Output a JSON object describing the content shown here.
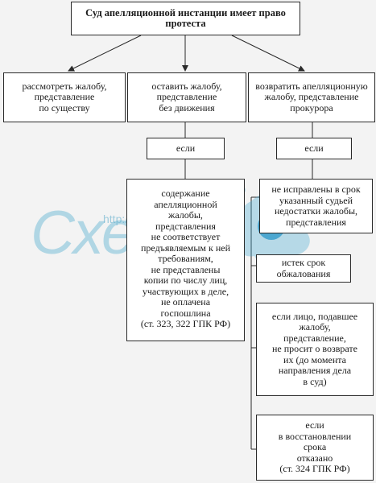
{
  "diagram": {
    "title": [
      "Суд апелляционной инстанции имеет право",
      "протеста"
    ],
    "options": [
      [
        "рассмотреть жалобу,",
        "представление",
        "по существу"
      ],
      [
        "оставить жалобу,",
        "представление",
        "без движения"
      ],
      [
        "возвратить апелляционную",
        "жалобу, представление",
        "прокурора"
      ]
    ],
    "if_left": "если",
    "if_right": "если",
    "conditions_left": [
      "содержание",
      "апелляционной",
      "жалобы,",
      "представления",
      "не соответствует",
      "предъявляемым к ней",
      "требованиям,",
      "не представлены",
      "копии по числу лиц,",
      "участвующих в деле,",
      "не оплачена",
      "госпошлина",
      "(ст. 323, 322 ГПК РФ)"
    ],
    "conditions_right": [
      [
        "не исправлены в срок",
        "указанный судьей",
        "недостатки жалобы,",
        "представления"
      ],
      [
        "истек срок",
        "обжалования"
      ],
      [
        "если лицо, подавшее",
        "жалобу,",
        "представление,",
        "не просит о возврате",
        "их (до момента",
        "направления дела",
        "в суд)"
      ],
      [
        "если",
        "в восстановлении",
        "срока",
        "отказано",
        "(ст. 324 ГПК РФ)"
      ]
    ]
  },
  "watermark": {
    "brand": "Схемо",
    "url": "http://схемо.рф",
    "badge": "Р"
  },
  "colors": {
    "line": "#2a2a2a",
    "box_fill": "#ffffff",
    "background": "#f3f3f3",
    "watermark": "#79bed7"
  }
}
